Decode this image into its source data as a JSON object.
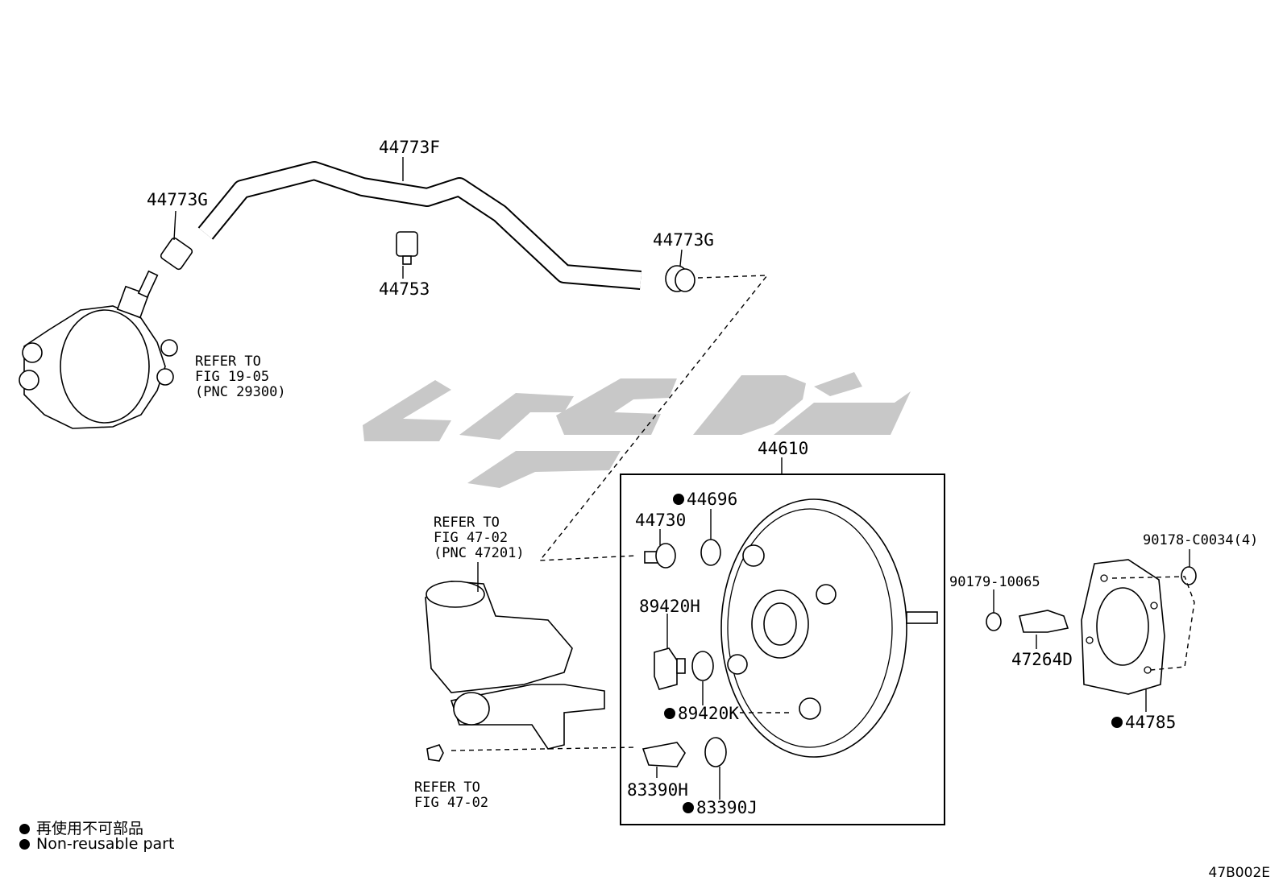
{
  "parts": {
    "p44773F": "44773F",
    "p44773G_left": "44773G",
    "p44773G_right": "44773G",
    "p44753": "44753",
    "p44610": "44610",
    "p44696": "44696",
    "p44730": "44730",
    "p89420H": "89420H",
    "p89420K": "89420K",
    "p83390H": "83390H",
    "p83390J": "83390J",
    "p90179": "90179-10065",
    "p47264D": "47264D",
    "p90178": "90178-C0034(4)",
    "p44785": "44785"
  },
  "refs": {
    "pump": [
      "REFER TO",
      "FIG 19-05",
      "(PNC 29300)"
    ],
    "reservoir": [
      "REFER TO",
      "FIG 47-02",
      "(PNC 47201)"
    ],
    "cap": [
      "REFER TO",
      "FIG 47-02"
    ]
  },
  "legend": {
    "line_ja": "再使用不可部品",
    "line_en": "Non-reusable part"
  },
  "figure_code": "47B002E",
  "watermark_color": "#c8c8c8"
}
